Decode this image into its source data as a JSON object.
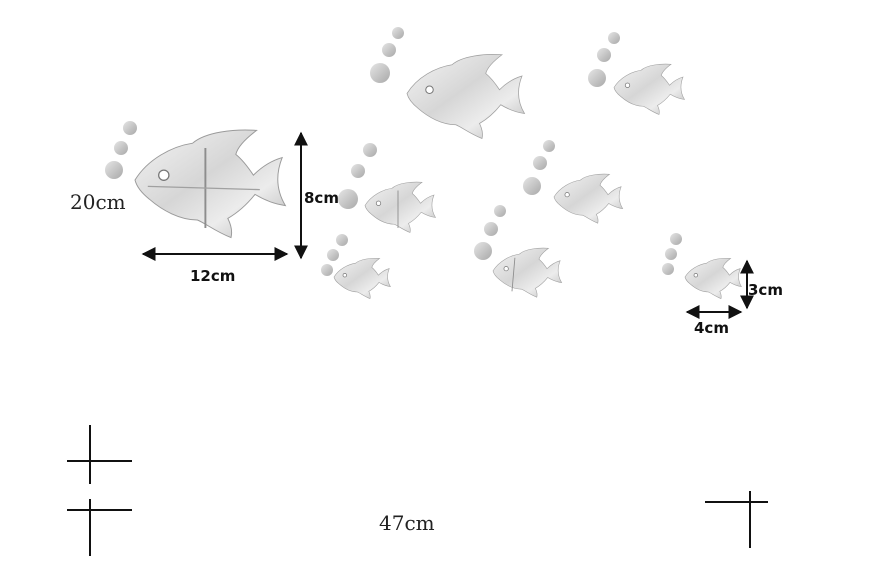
{
  "product": {
    "height_label": "20cm",
    "width_label": "47cm"
  },
  "large_fish": {
    "width_label": "12cm",
    "height_label": "8cm"
  },
  "small_fish": {
    "width_label": "4cm",
    "height_label": "3cm"
  },
  "colors": {
    "mirror_light": "#f4f4f4",
    "mirror_mid": "#d6d6d6",
    "mirror_dark": "#b4b4b4",
    "ink": "#111111"
  }
}
